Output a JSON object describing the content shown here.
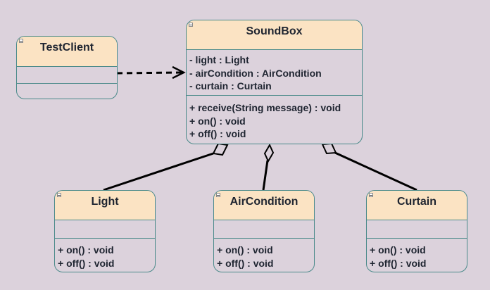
{
  "colors": {
    "background": "#dcd2dc",
    "header_fill": "#fbe3c3",
    "border": "#4a8a8a",
    "text": "#1e2430",
    "connector": "#000000"
  },
  "classes": {
    "testclient": {
      "name": "TestClient",
      "attributes": [],
      "operations": []
    },
    "soundbox": {
      "name": "SoundBox",
      "attributes": [
        "- light : Light",
        "- airCondition : AirCondition",
        "- curtain : Curtain"
      ],
      "operations": [
        "+ receive(String message) : void",
        "+ on() : void",
        "+ off() : void"
      ]
    },
    "light": {
      "name": "Light",
      "attributes": [],
      "operations": [
        "+ on() : void",
        "+ off() : void"
      ]
    },
    "aircondition": {
      "name": "AirCondition",
      "attributes": [],
      "operations": [
        "+ on() : void",
        "+ off() : void"
      ]
    },
    "curtain": {
      "name": "Curtain",
      "attributes": [],
      "operations": [
        "+ on() : void",
        "+ off() : void"
      ]
    }
  },
  "relationships": [
    {
      "from": "TestClient",
      "to": "SoundBox",
      "kind": "dependency"
    },
    {
      "from": "SoundBox",
      "to": "Light",
      "kind": "aggregation"
    },
    {
      "from": "SoundBox",
      "to": "AirCondition",
      "kind": "aggregation"
    },
    {
      "from": "SoundBox",
      "to": "Curtain",
      "kind": "aggregation"
    }
  ]
}
